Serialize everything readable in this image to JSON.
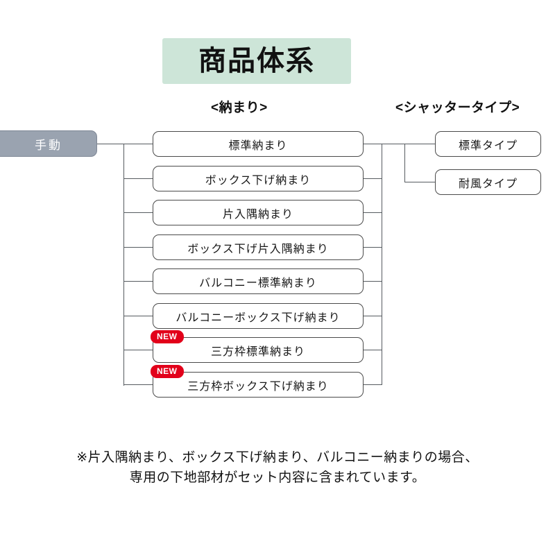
{
  "title": "商品体系",
  "headers": {
    "left_column": "<納まり>",
    "right_column": "<シャッタータイプ>"
  },
  "root": {
    "label": "手動"
  },
  "left_column_nodes": [
    {
      "label": "標準納まり",
      "badge": ""
    },
    {
      "label": "ボックス下げ納まり",
      "badge": ""
    },
    {
      "label": "片入隅納まり",
      "badge": ""
    },
    {
      "label": "ボックス下げ片入隅納まり",
      "badge": ""
    },
    {
      "label": "バルコニー標準納まり",
      "badge": ""
    },
    {
      "label": "バルコニーボックス下げ納まり",
      "badge": ""
    },
    {
      "label": "三方枠標準納まり",
      "badge": "NEW"
    },
    {
      "label": "三方枠ボックス下げ納まり",
      "badge": "NEW"
    }
  ],
  "right_column_nodes": [
    {
      "label": "標準タイプ"
    },
    {
      "label": "耐風タイプ"
    }
  ],
  "footnote": {
    "line1": "※片入隅納まり、ボックス下げ納まり、バルコニー納まりの場合、",
    "line2": "専用の下地部材がセット内容に含まれています。"
  },
  "colors": {
    "title_band": "#cde5d8",
    "root_node": "#9aa3b0",
    "badge": "#e2001a",
    "line": "#555a5f",
    "node_border": "#4a4a4a",
    "background": "#ffffff"
  }
}
